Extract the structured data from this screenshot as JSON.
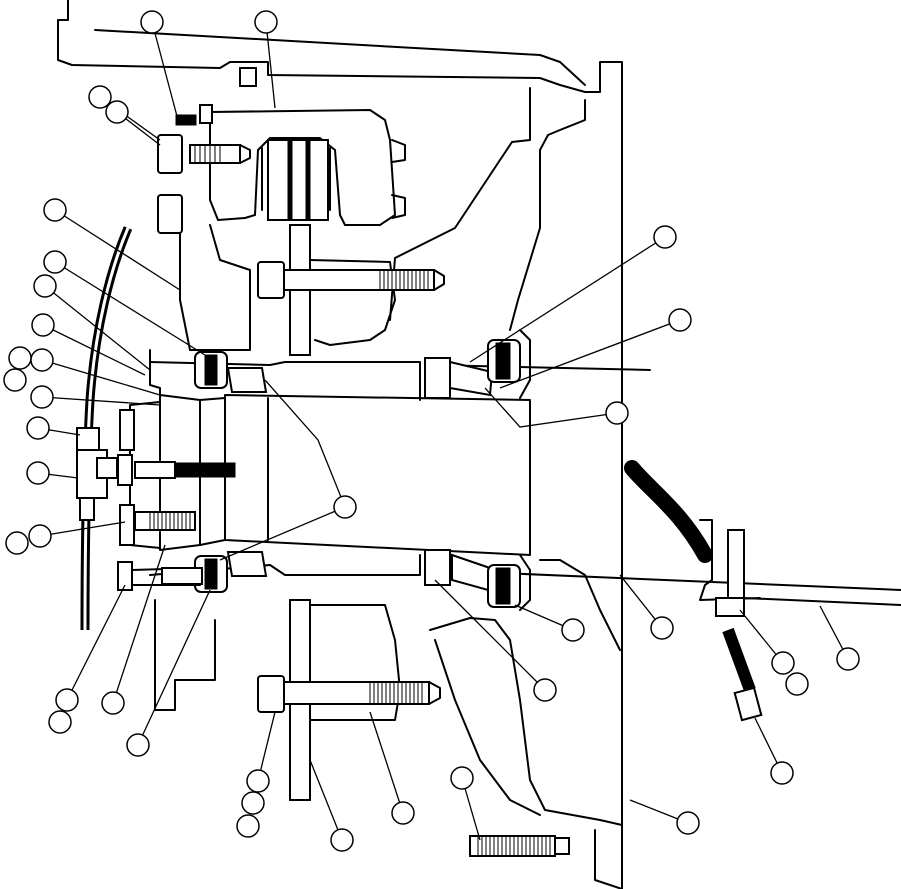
{
  "figure": {
    "title": "",
    "callout_count": 38,
    "callouts": [
      {
        "id": "c1"
      },
      {
        "id": "c2"
      },
      {
        "id": "c3"
      },
      {
        "id": "c4"
      },
      {
        "id": "c5"
      },
      {
        "id": "c6"
      },
      {
        "id": "c7"
      },
      {
        "id": "c8"
      },
      {
        "id": "c9"
      },
      {
        "id": "c10"
      },
      {
        "id": "c11"
      },
      {
        "id": "c12"
      },
      {
        "id": "c13"
      },
      {
        "id": "c14"
      },
      {
        "id": "c15"
      },
      {
        "id": "c16"
      },
      {
        "id": "c17"
      },
      {
        "id": "c18"
      },
      {
        "id": "c19"
      },
      {
        "id": "c20"
      },
      {
        "id": "c21"
      },
      {
        "id": "c22"
      },
      {
        "id": "c23"
      },
      {
        "id": "c24"
      },
      {
        "id": "c25"
      },
      {
        "id": "c26"
      },
      {
        "id": "c27"
      },
      {
        "id": "c28"
      },
      {
        "id": "c29"
      },
      {
        "id": "c30"
      },
      {
        "id": "c31"
      },
      {
        "id": "c32"
      },
      {
        "id": "c33"
      },
      {
        "id": "c34"
      },
      {
        "id": "c35"
      },
      {
        "id": "c36"
      },
      {
        "id": "c37"
      },
      {
        "id": "c38"
      }
    ]
  },
  "colors": {
    "line": "#000000",
    "background": "#ffffff"
  }
}
